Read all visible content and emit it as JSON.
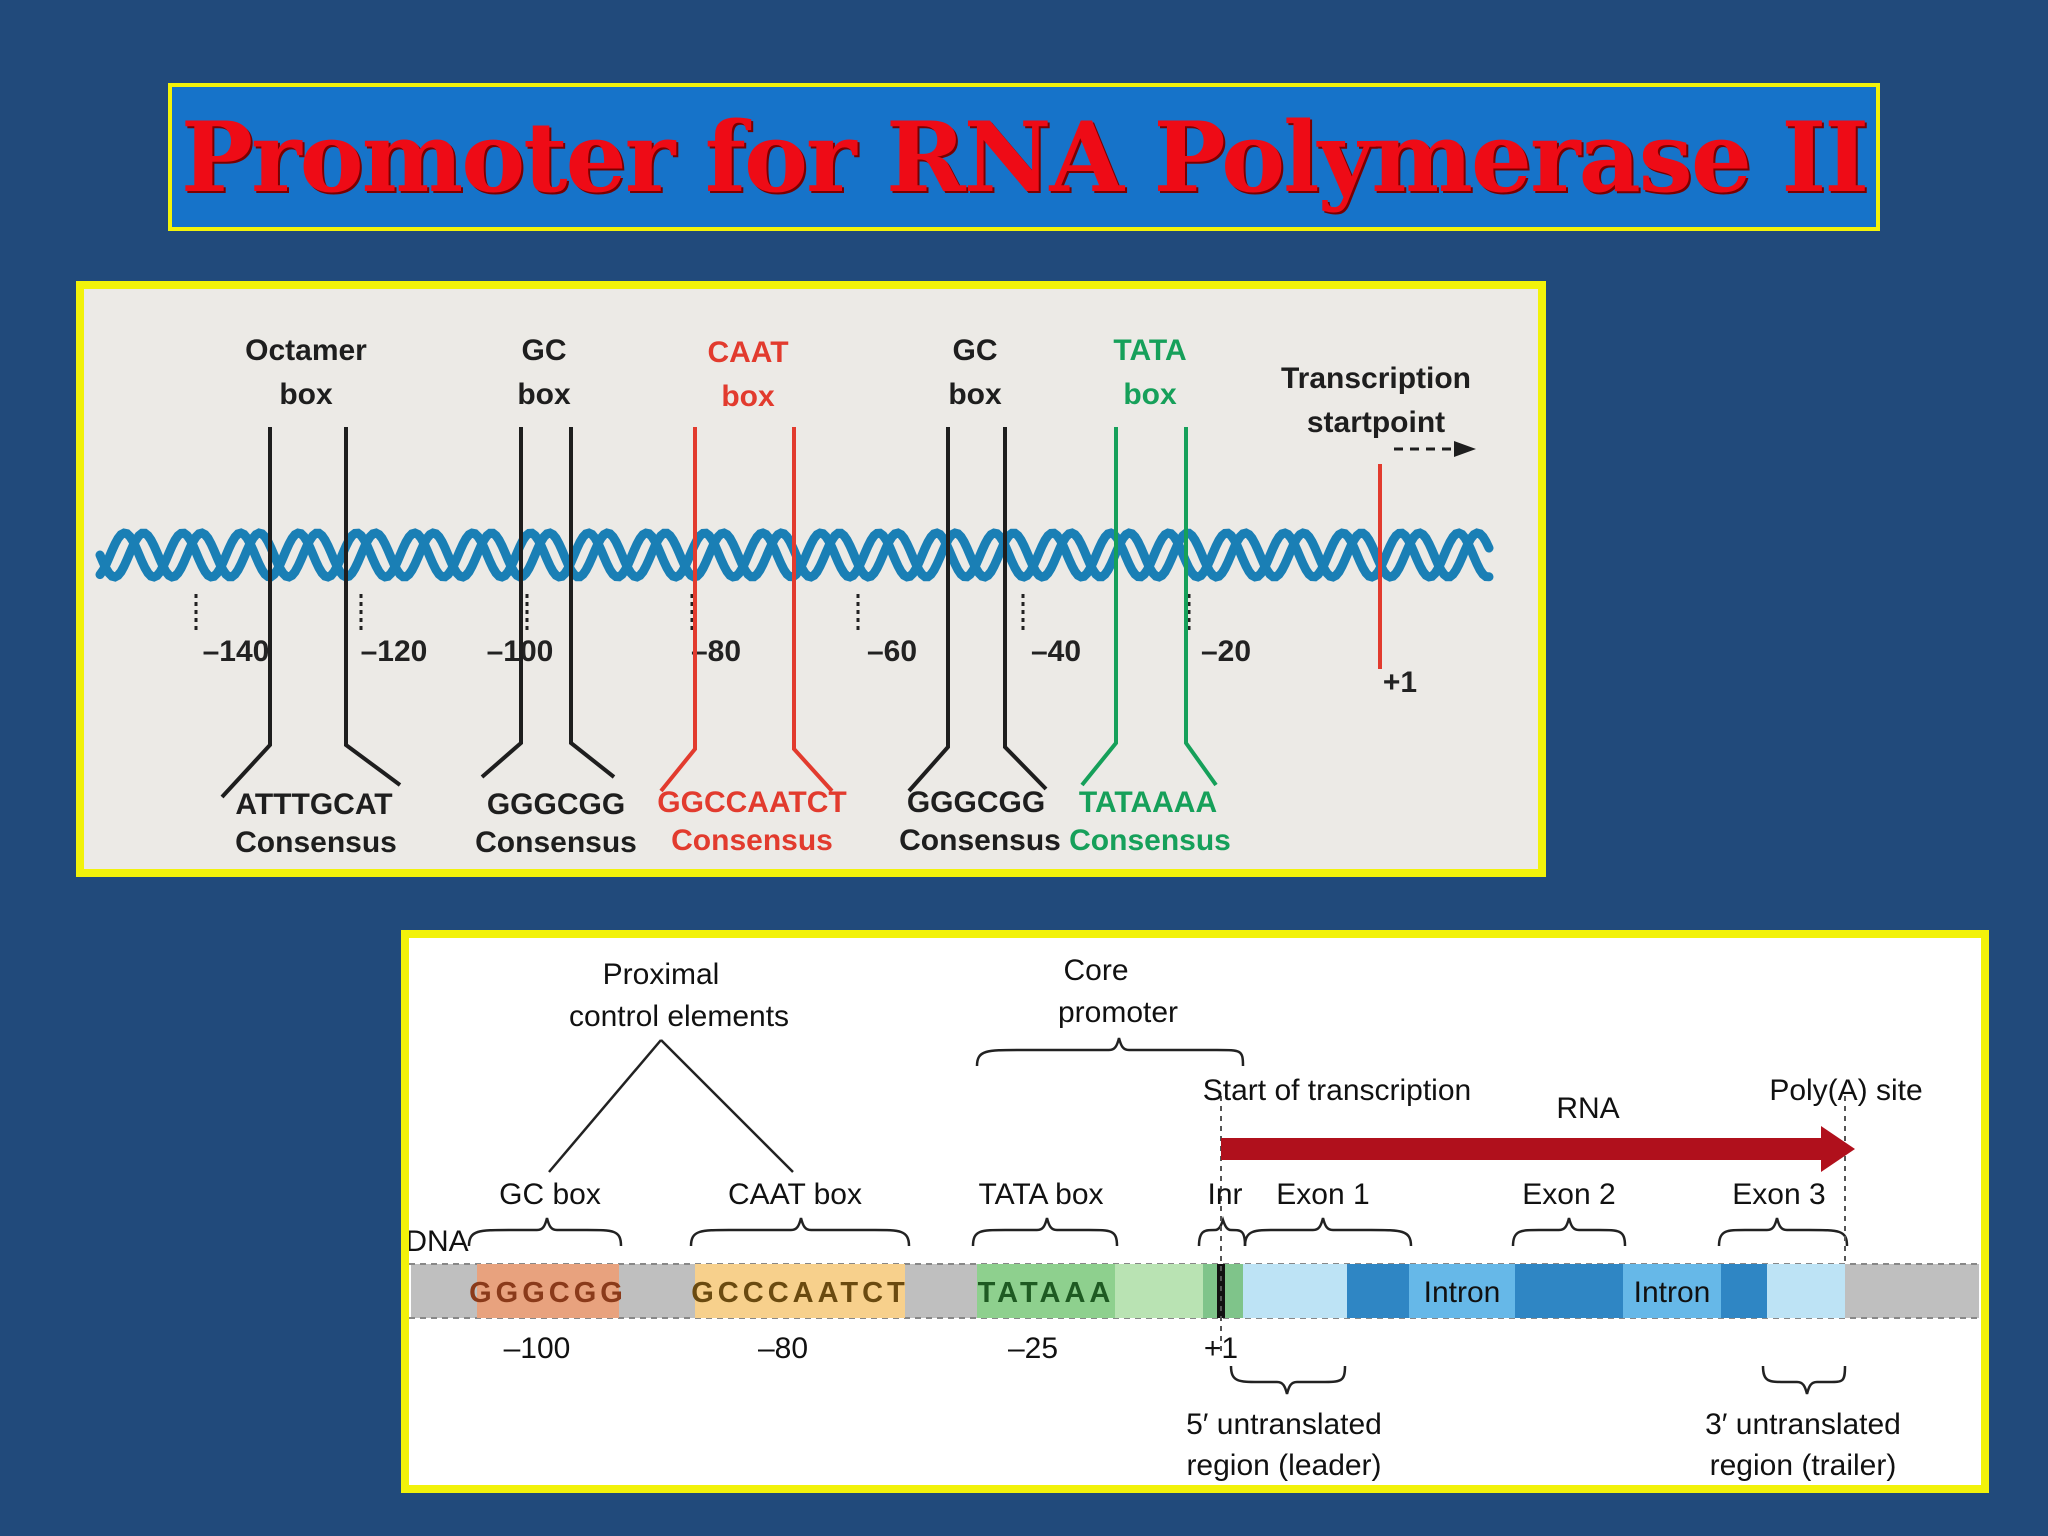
{
  "title": "Promoter for RNA Polymerase II",
  "colors": {
    "background": "#214a7b",
    "title_fill": "#1673c9",
    "title_text": "#ee0b16",
    "frame": "#f2f20a",
    "helix": "#1a7fb5",
    "caat": "#e23b2e",
    "tata": "#16a05a",
    "rna_arrow": "#b0101c"
  },
  "diagram1": {
    "boxes": [
      {
        "name_line1": "Octamer",
        "name_line2": "box",
        "seq": "ATTTGCAT",
        "consensus": "Consensus",
        "color": "#1e1e1e"
      },
      {
        "name_line1": "GC",
        "name_line2": "box",
        "seq": "GGGCGG",
        "consensus": "Consensus",
        "color": "#1e1e1e"
      },
      {
        "name_line1": "CAAT",
        "name_line2": "box",
        "seq": "GGCCAATCT",
        "consensus": "Consensus",
        "color": "#e23b2e"
      },
      {
        "name_line1": "GC",
        "name_line2": "box",
        "seq": "GGGCGG",
        "consensus": "Consensus",
        "color": "#1e1e1e"
      },
      {
        "name_line1": "TATA",
        "name_line2": "box",
        "seq": "TATAAAA",
        "consensus": "Consensus",
        "color": "#16a05a"
      }
    ],
    "positions": [
      "–140",
      "–120",
      "–100",
      "–80",
      "–60",
      "–40",
      "–20"
    ],
    "plus_one": "+1",
    "start_line1": "Transcription",
    "start_line2": "startpoint"
  },
  "diagram2": {
    "proximal_line1": "Proximal",
    "proximal_line2": "control elements",
    "core_line1": "Core",
    "core_line2": "promoter",
    "start_of_transcription": "Start of transcription",
    "rna": "RNA",
    "polya": "Poly(A) site",
    "dna": "DNA",
    "gc_box": "GC box",
    "caat_box": "CAAT box",
    "tata_box": "TATA box",
    "inr": "Inr",
    "exon1": "Exon 1",
    "exon2": "Exon 2",
    "exon3": "Exon 3",
    "seq_gc": "GGGCGG",
    "seq_caat": "GCCCAATCT",
    "seq_tata": "TATAAA",
    "intron": "Intron",
    "pos_100": "–100",
    "pos_80": "–80",
    "pos_25": "–25",
    "pos_plus1": "+1",
    "utr5_line1": "5′ untranslated",
    "utr5_line2": "region (leader)",
    "utr3_line1": "3′ untranslated",
    "utr3_line2": "region (trailer)"
  }
}
